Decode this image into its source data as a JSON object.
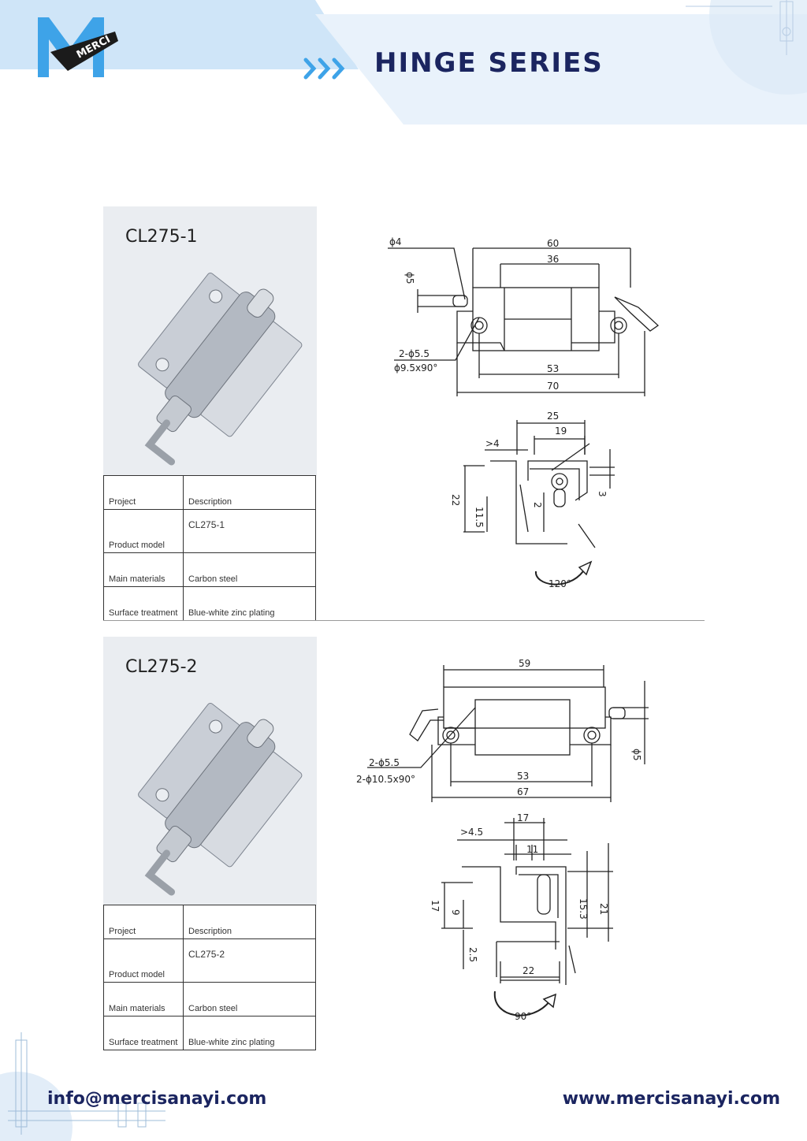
{
  "brand": {
    "logo_text": "MERCI",
    "primary_color": "#1b2560",
    "accent_color": "#3ea3e8",
    "band_color": "#e6f1fb"
  },
  "header": {
    "title": "HINGE SERIES"
  },
  "products": [
    {
      "name": "CL275-1",
      "table": {
        "col_header_left": "Project",
        "col_header_right": "Description",
        "rows": [
          {
            "label": "Product model",
            "value": "CL275-1"
          },
          {
            "label": "Main materials",
            "value": "Carbon steel"
          },
          {
            "label": "Surface treatment",
            "value": "Blue-white zinc plating"
          }
        ]
      },
      "drawing": {
        "phi4": "ϕ4",
        "phi5": "ϕ5",
        "w60": "60",
        "w36": "36",
        "holes": "2-ϕ5.5",
        "csk": "ϕ9.5x90°",
        "w53": "53",
        "w70": "70",
        "s25": "25",
        "s19": "19",
        "gt4": ">4",
        "h22": "22",
        "h11_5": "11.5",
        "h2": "2",
        "h3": "3",
        "angle": "120°"
      }
    },
    {
      "name": "CL275-2",
      "table": {
        "col_header_left": "Project",
        "col_header_right": "Description",
        "rows": [
          {
            "label": "Product model",
            "value": "CL275-2"
          },
          {
            "label": "Main materials",
            "value": "Carbon steel"
          },
          {
            "label": "Surface treatment",
            "value": "Blue-white zinc plating"
          }
        ]
      },
      "drawing": {
        "w59": "59",
        "phi5": "ϕ5",
        "holes": "2-ϕ5.5",
        "csk": "2-ϕ10.5x90°",
        "w53": "53",
        "w67": "67",
        "s17": "17",
        "gt4_5": ">4.5",
        "s11": "11",
        "h17": "17",
        "h9": "9",
        "h15_3": "15.3",
        "h21": "21",
        "h2_5": "2.5",
        "w22": "22",
        "angle": "90°"
      }
    }
  ],
  "footer": {
    "email": "info@mercisanayi.com",
    "website": "www.mercisanayi.com"
  }
}
